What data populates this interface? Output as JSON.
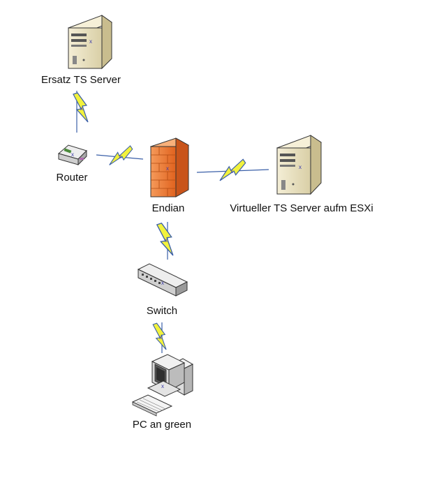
{
  "diagram": {
    "nodes": [
      {
        "id": "ersatz-ts-server",
        "type": "server",
        "label": "Ersatz TS Server"
      },
      {
        "id": "router",
        "type": "router",
        "label": "Router"
      },
      {
        "id": "endian",
        "type": "firewall",
        "label": "Endian"
      },
      {
        "id": "virtueller-ts-server",
        "type": "server",
        "label": "Virtueller TS Server aufm ESXi"
      },
      {
        "id": "switch",
        "type": "switch",
        "label": "Switch"
      },
      {
        "id": "pc-an-green",
        "type": "pc",
        "label": "PC an green"
      }
    ],
    "links": [
      {
        "from": "ersatz-ts-server",
        "to": "router",
        "type": "lightning"
      },
      {
        "from": "router",
        "to": "endian",
        "type": "lightning"
      },
      {
        "from": "endian",
        "to": "virtueller-ts-server",
        "type": "lightning"
      },
      {
        "from": "endian",
        "to": "switch",
        "type": "lightning"
      },
      {
        "from": "switch",
        "to": "pc-an-green",
        "type": "lightning"
      }
    ],
    "colors": {
      "lightning_fill": "#f2f23c",
      "lightning_stroke": "#3a5fa8",
      "firewall": "#f07a35",
      "server": "#ece3c0",
      "device": "#d9d9d9"
    }
  }
}
